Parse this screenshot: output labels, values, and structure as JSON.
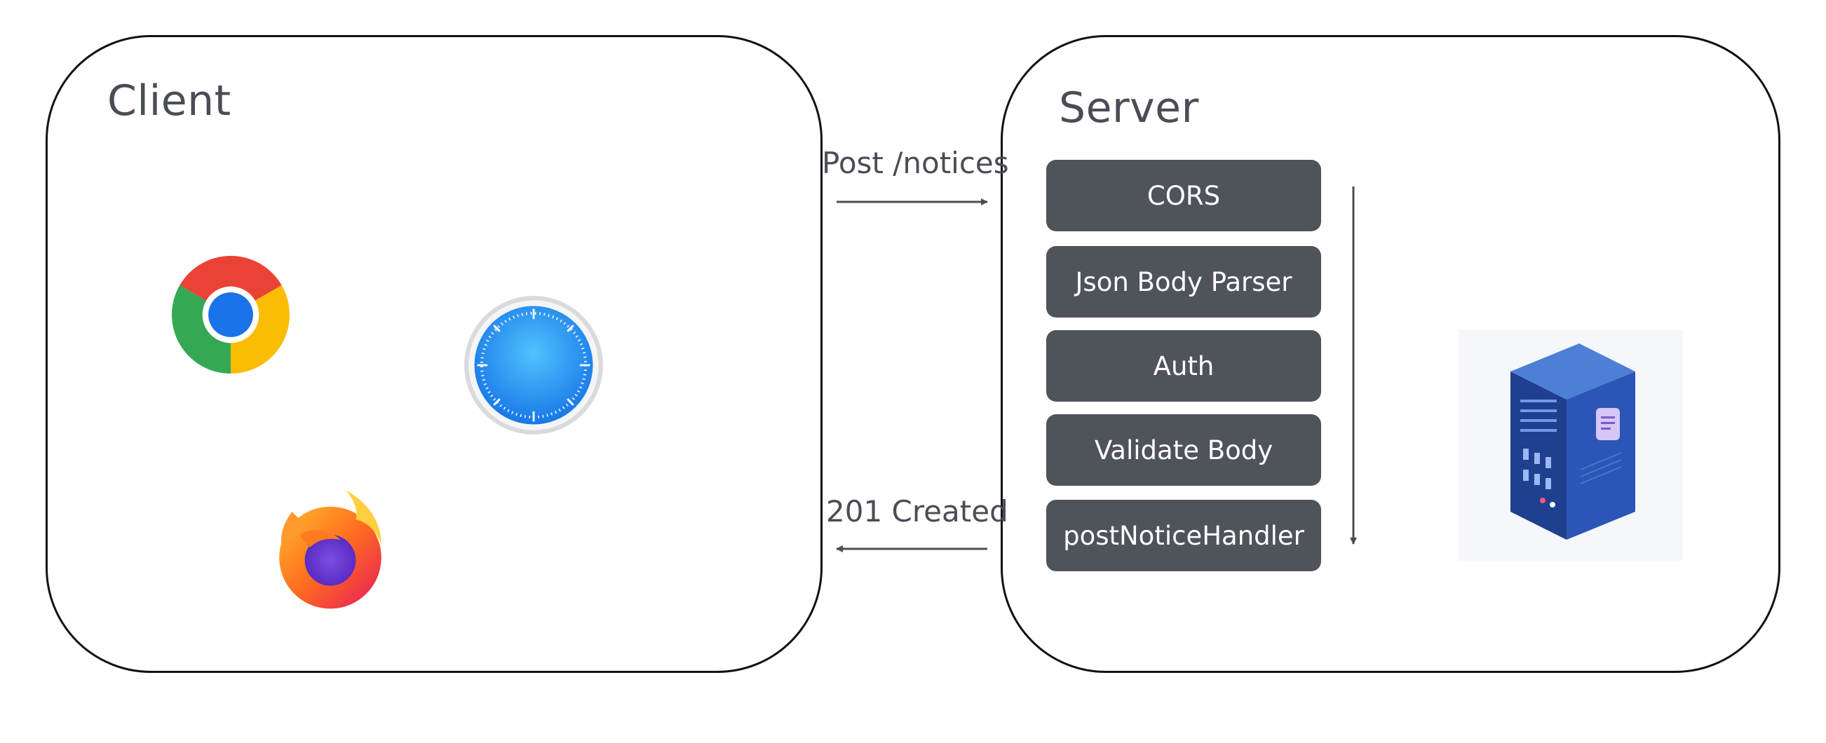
{
  "client": {
    "title": "Client"
  },
  "server": {
    "title": "Server",
    "pipeline": [
      "CORS",
      "Json Body Parser",
      "Auth",
      "Validate Body",
      "postNoticeHandler"
    ]
  },
  "request": {
    "label": "Post /notices"
  },
  "response": {
    "label": "201 Created"
  },
  "icons": [
    "chrome-icon",
    "safari-icon",
    "firefox-icon",
    "server-rack-icon"
  ],
  "colors": {
    "stage_bg": "#4f535a",
    "text": "#4a4d55",
    "arrow": "#4a4d55"
  }
}
